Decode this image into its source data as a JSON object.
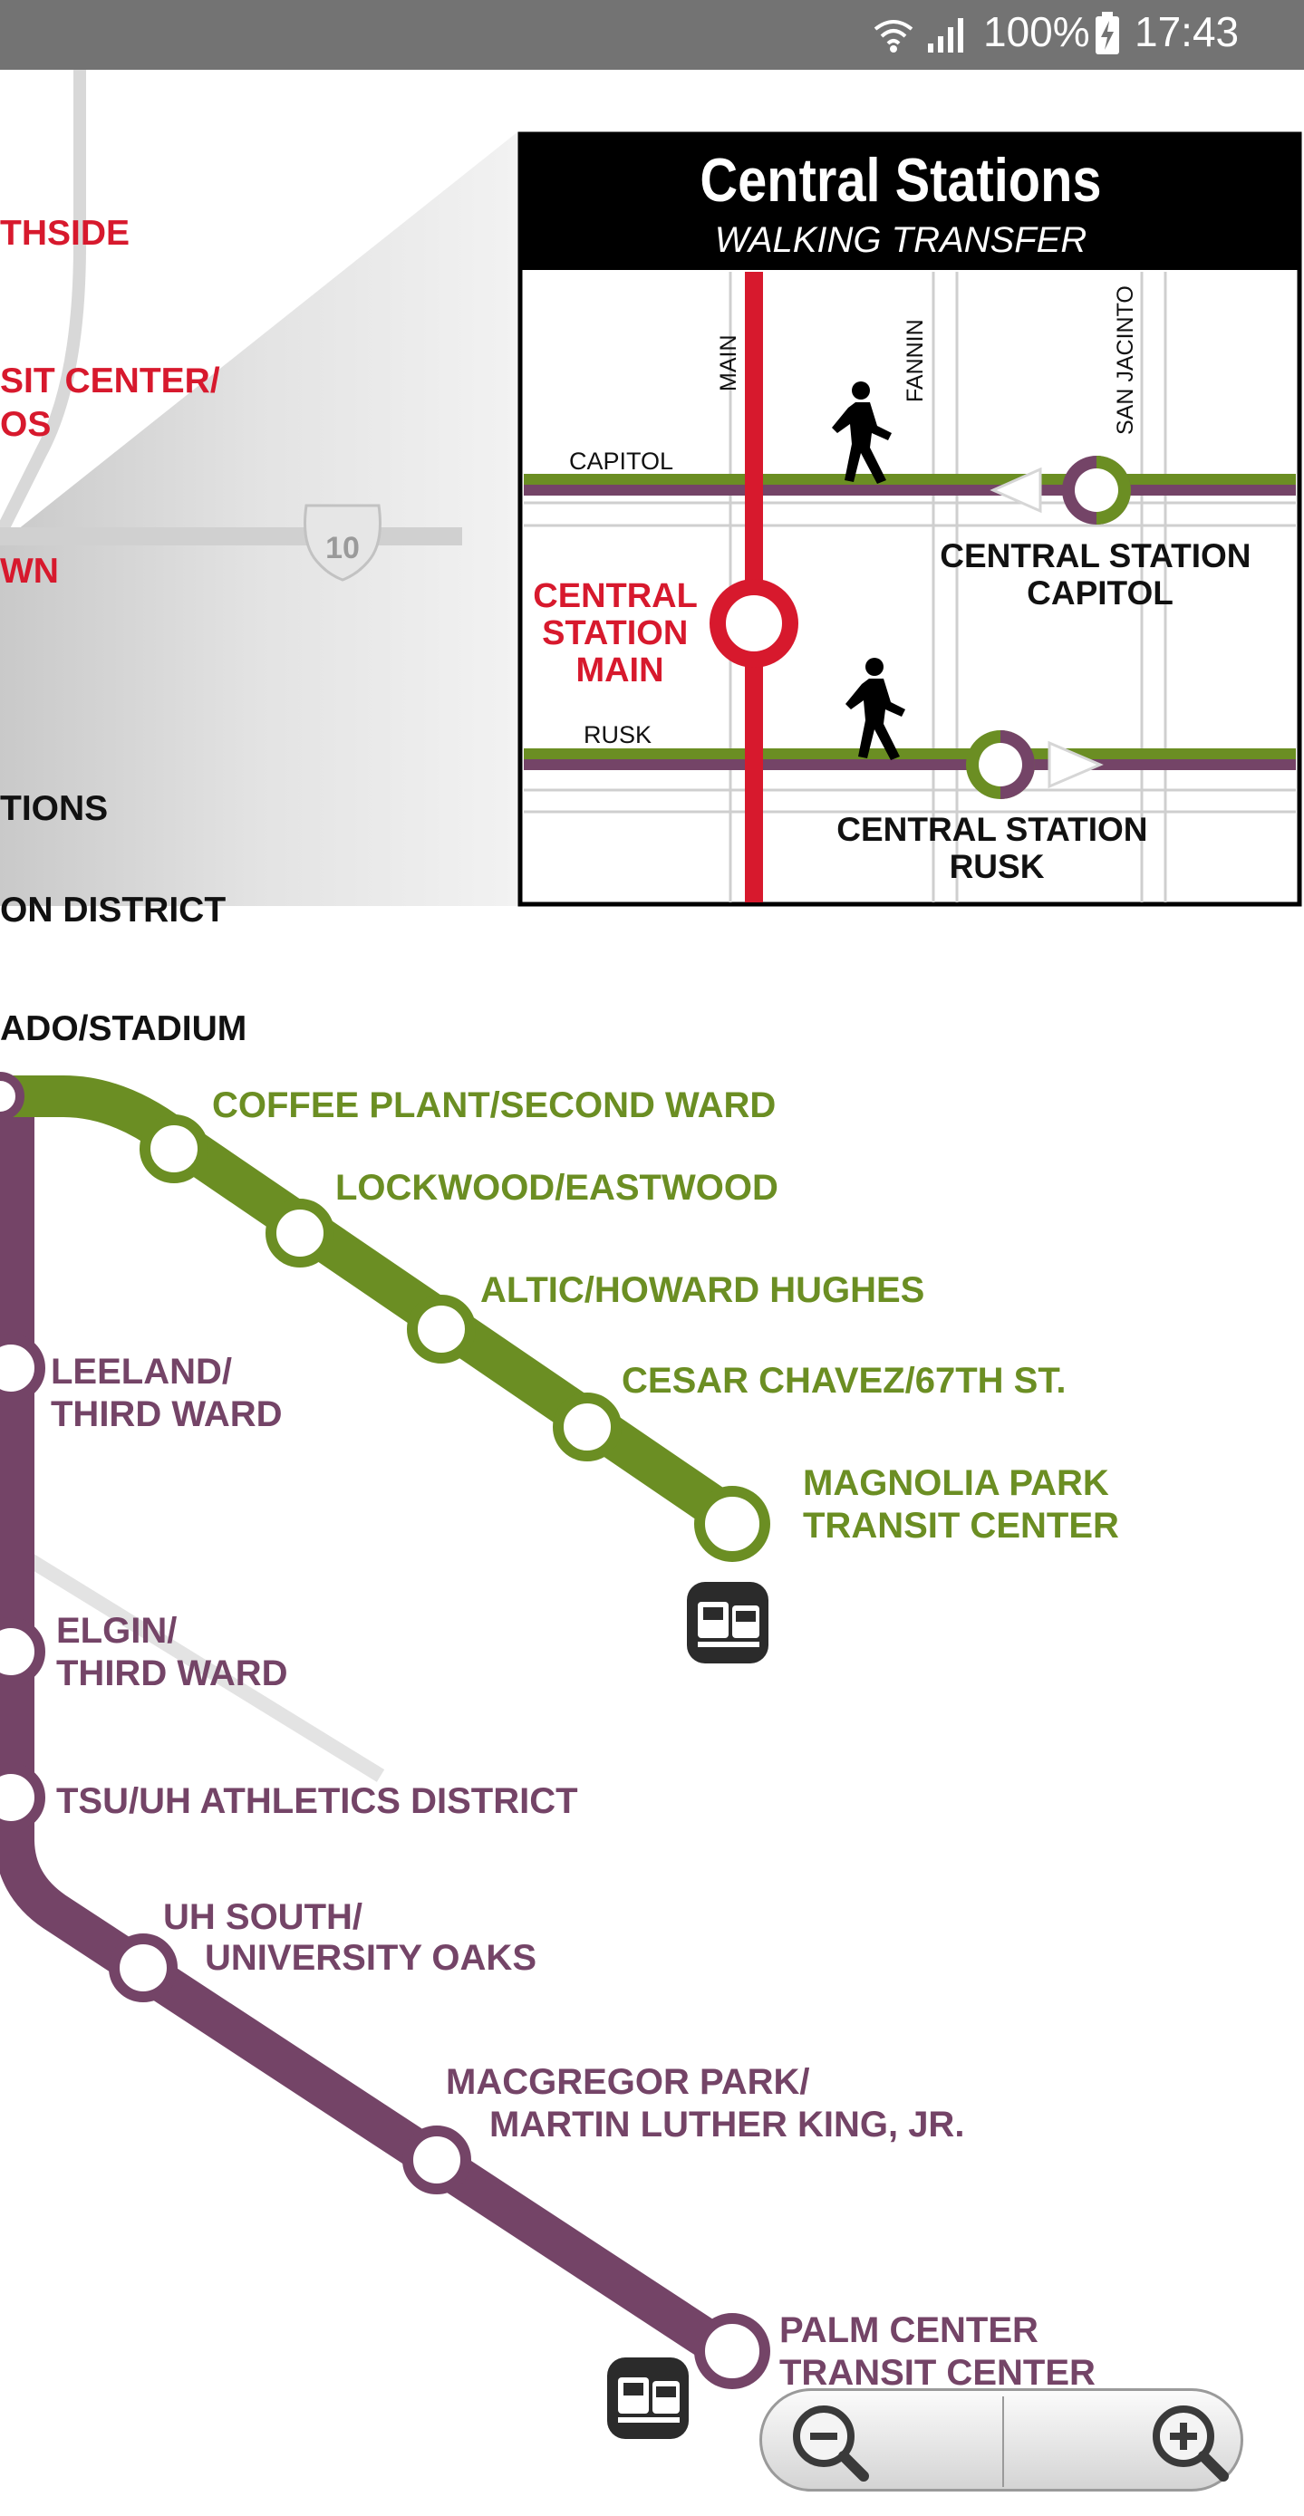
{
  "status_bar": {
    "battery": "100%",
    "time": "17:43",
    "icons": [
      "wifi-icon",
      "signal-icon",
      "battery-charging-icon"
    ]
  },
  "colors": {
    "red": "#d7192d",
    "green": "#6b8e23",
    "purple": "#744467",
    "black": "#000000"
  },
  "partial_labels": {
    "northside": "THSIDE",
    "transit_center_1": "SIT CENTER/",
    "transit_center_2": "OS",
    "downtown": "WN",
    "stations": "TIONS",
    "convention_district": "ON DISTRICT",
    "stadium": "ADO/STADIUM"
  },
  "highway_shield": "10",
  "inset": {
    "title": "Central Stations",
    "subtitle": "WALKING TRANSFER",
    "streets": {
      "main": "MAIN",
      "fannin": "FANNIN",
      "san_jacinto": "SAN JACINTO",
      "capitol": "CAPITOL",
      "rusk": "RUSK"
    },
    "main_station": [
      "CENTRAL",
      "STATION",
      "MAIN"
    ],
    "capitol_station": [
      "CENTRAL STATION",
      "CAPITOL"
    ],
    "rusk_station": [
      "CENTRAL STATION",
      "RUSK"
    ]
  },
  "green_line": {
    "stations": [
      [
        "COFFEE PLANT/SECOND WARD"
      ],
      [
        "LOCKWOOD/EASTWOOD"
      ],
      [
        "ALTIC/HOWARD HUGHES"
      ],
      [
        "CESAR CHAVEZ/67TH ST."
      ],
      [
        "MAGNOLIA PARK",
        "TRANSIT CENTER"
      ]
    ]
  },
  "purple_line": {
    "stations": [
      [
        "LEELAND/",
        "THIRD WARD"
      ],
      [
        "ELGIN/",
        "THIRD WARD"
      ],
      [
        "TSU/UH ATHLETICS DISTRICT"
      ],
      [
        "UH SOUTH/",
        "UNIVERSITY OAKS"
      ],
      [
        "MACGREGOR PARK/",
        "MARTIN LUTHER KING, JR."
      ],
      [
        "PALM CENTER",
        "TRANSIT CENTER"
      ]
    ]
  },
  "zoom": {
    "out": "zoom-out-icon",
    "in": "zoom-in-icon"
  }
}
